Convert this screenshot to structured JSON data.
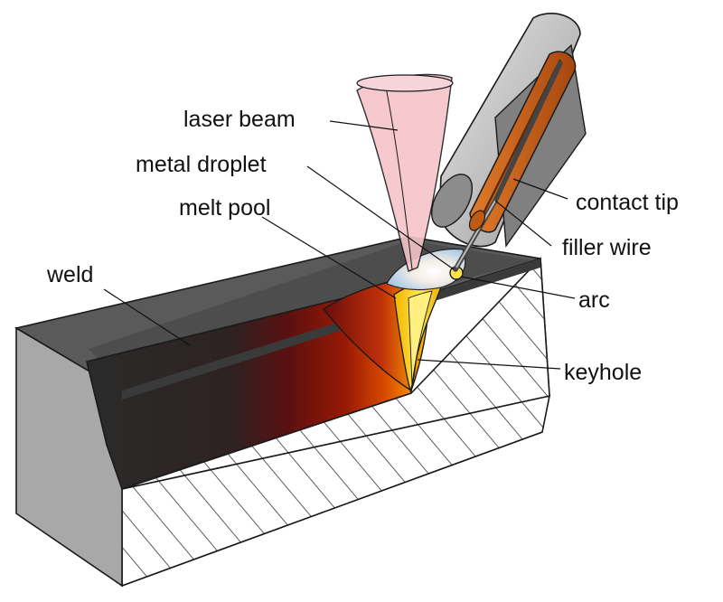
{
  "labels": {
    "laser_beam": "laser beam",
    "metal_droplet": "metal droplet",
    "melt_pool": "melt pool",
    "weld": "weld",
    "contact_tip": "contact tip",
    "filler_wire": "filler wire",
    "arc": "arc",
    "keyhole": "keyhole"
  },
  "colors": {
    "background": "#ffffff",
    "block_top": "#555555",
    "block_front_dark": "#2b2b2b",
    "block_left_face": "#a8a8a8",
    "hatch": "#333333",
    "laser_beam": "#f4c4c8",
    "torch_shroud": "#c8c8c8",
    "contact_tip": "#d2691e",
    "melt_hot": "#ffd700",
    "melt_cool": "#8b0000",
    "arc_glow": "#a9c9e8"
  }
}
